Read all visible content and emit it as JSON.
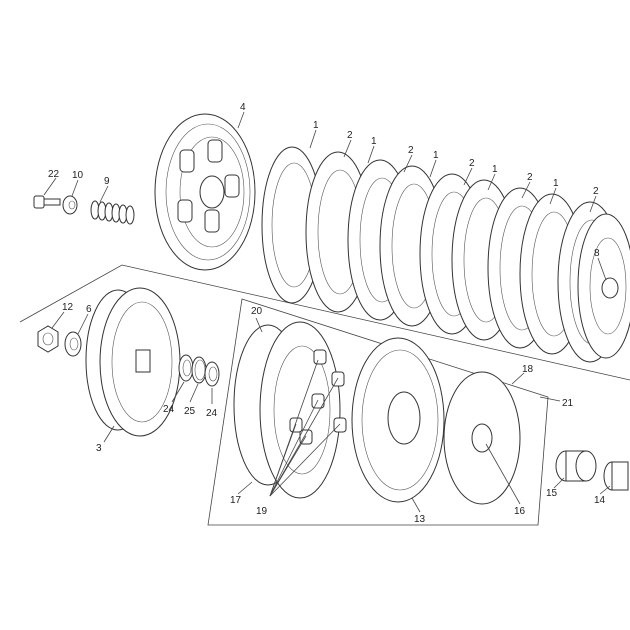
{
  "callouts": [
    {
      "id": "c4",
      "text": "4"
    },
    {
      "id": "c22",
      "text": "22"
    },
    {
      "id": "c10",
      "text": "10"
    },
    {
      "id": "c9",
      "text": "9"
    },
    {
      "id": "c1a",
      "text": "1"
    },
    {
      "id": "c2a",
      "text": "2"
    },
    {
      "id": "c1b",
      "text": "1"
    },
    {
      "id": "c2b",
      "text": "2"
    },
    {
      "id": "c1c",
      "text": "1"
    },
    {
      "id": "c2c",
      "text": "2"
    },
    {
      "id": "c1d",
      "text": "1"
    },
    {
      "id": "c2d",
      "text": "2"
    },
    {
      "id": "c1e",
      "text": "1"
    },
    {
      "id": "c2e",
      "text": "2"
    },
    {
      "id": "c8",
      "text": "8"
    },
    {
      "id": "c12",
      "text": "12"
    },
    {
      "id": "c6",
      "text": "6"
    },
    {
      "id": "c20",
      "text": "20"
    },
    {
      "id": "c3",
      "text": "3"
    },
    {
      "id": "c24a",
      "text": "24"
    },
    {
      "id": "c25",
      "text": "25"
    },
    {
      "id": "c24b",
      "text": "24"
    },
    {
      "id": "c18",
      "text": "18"
    },
    {
      "id": "c21",
      "text": "21"
    },
    {
      "id": "c17",
      "text": "17"
    },
    {
      "id": "c19",
      "text": "19"
    },
    {
      "id": "c13",
      "text": "13"
    },
    {
      "id": "c16",
      "text": "16"
    },
    {
      "id": "c15",
      "text": "15"
    },
    {
      "id": "c14",
      "text": "14"
    }
  ]
}
